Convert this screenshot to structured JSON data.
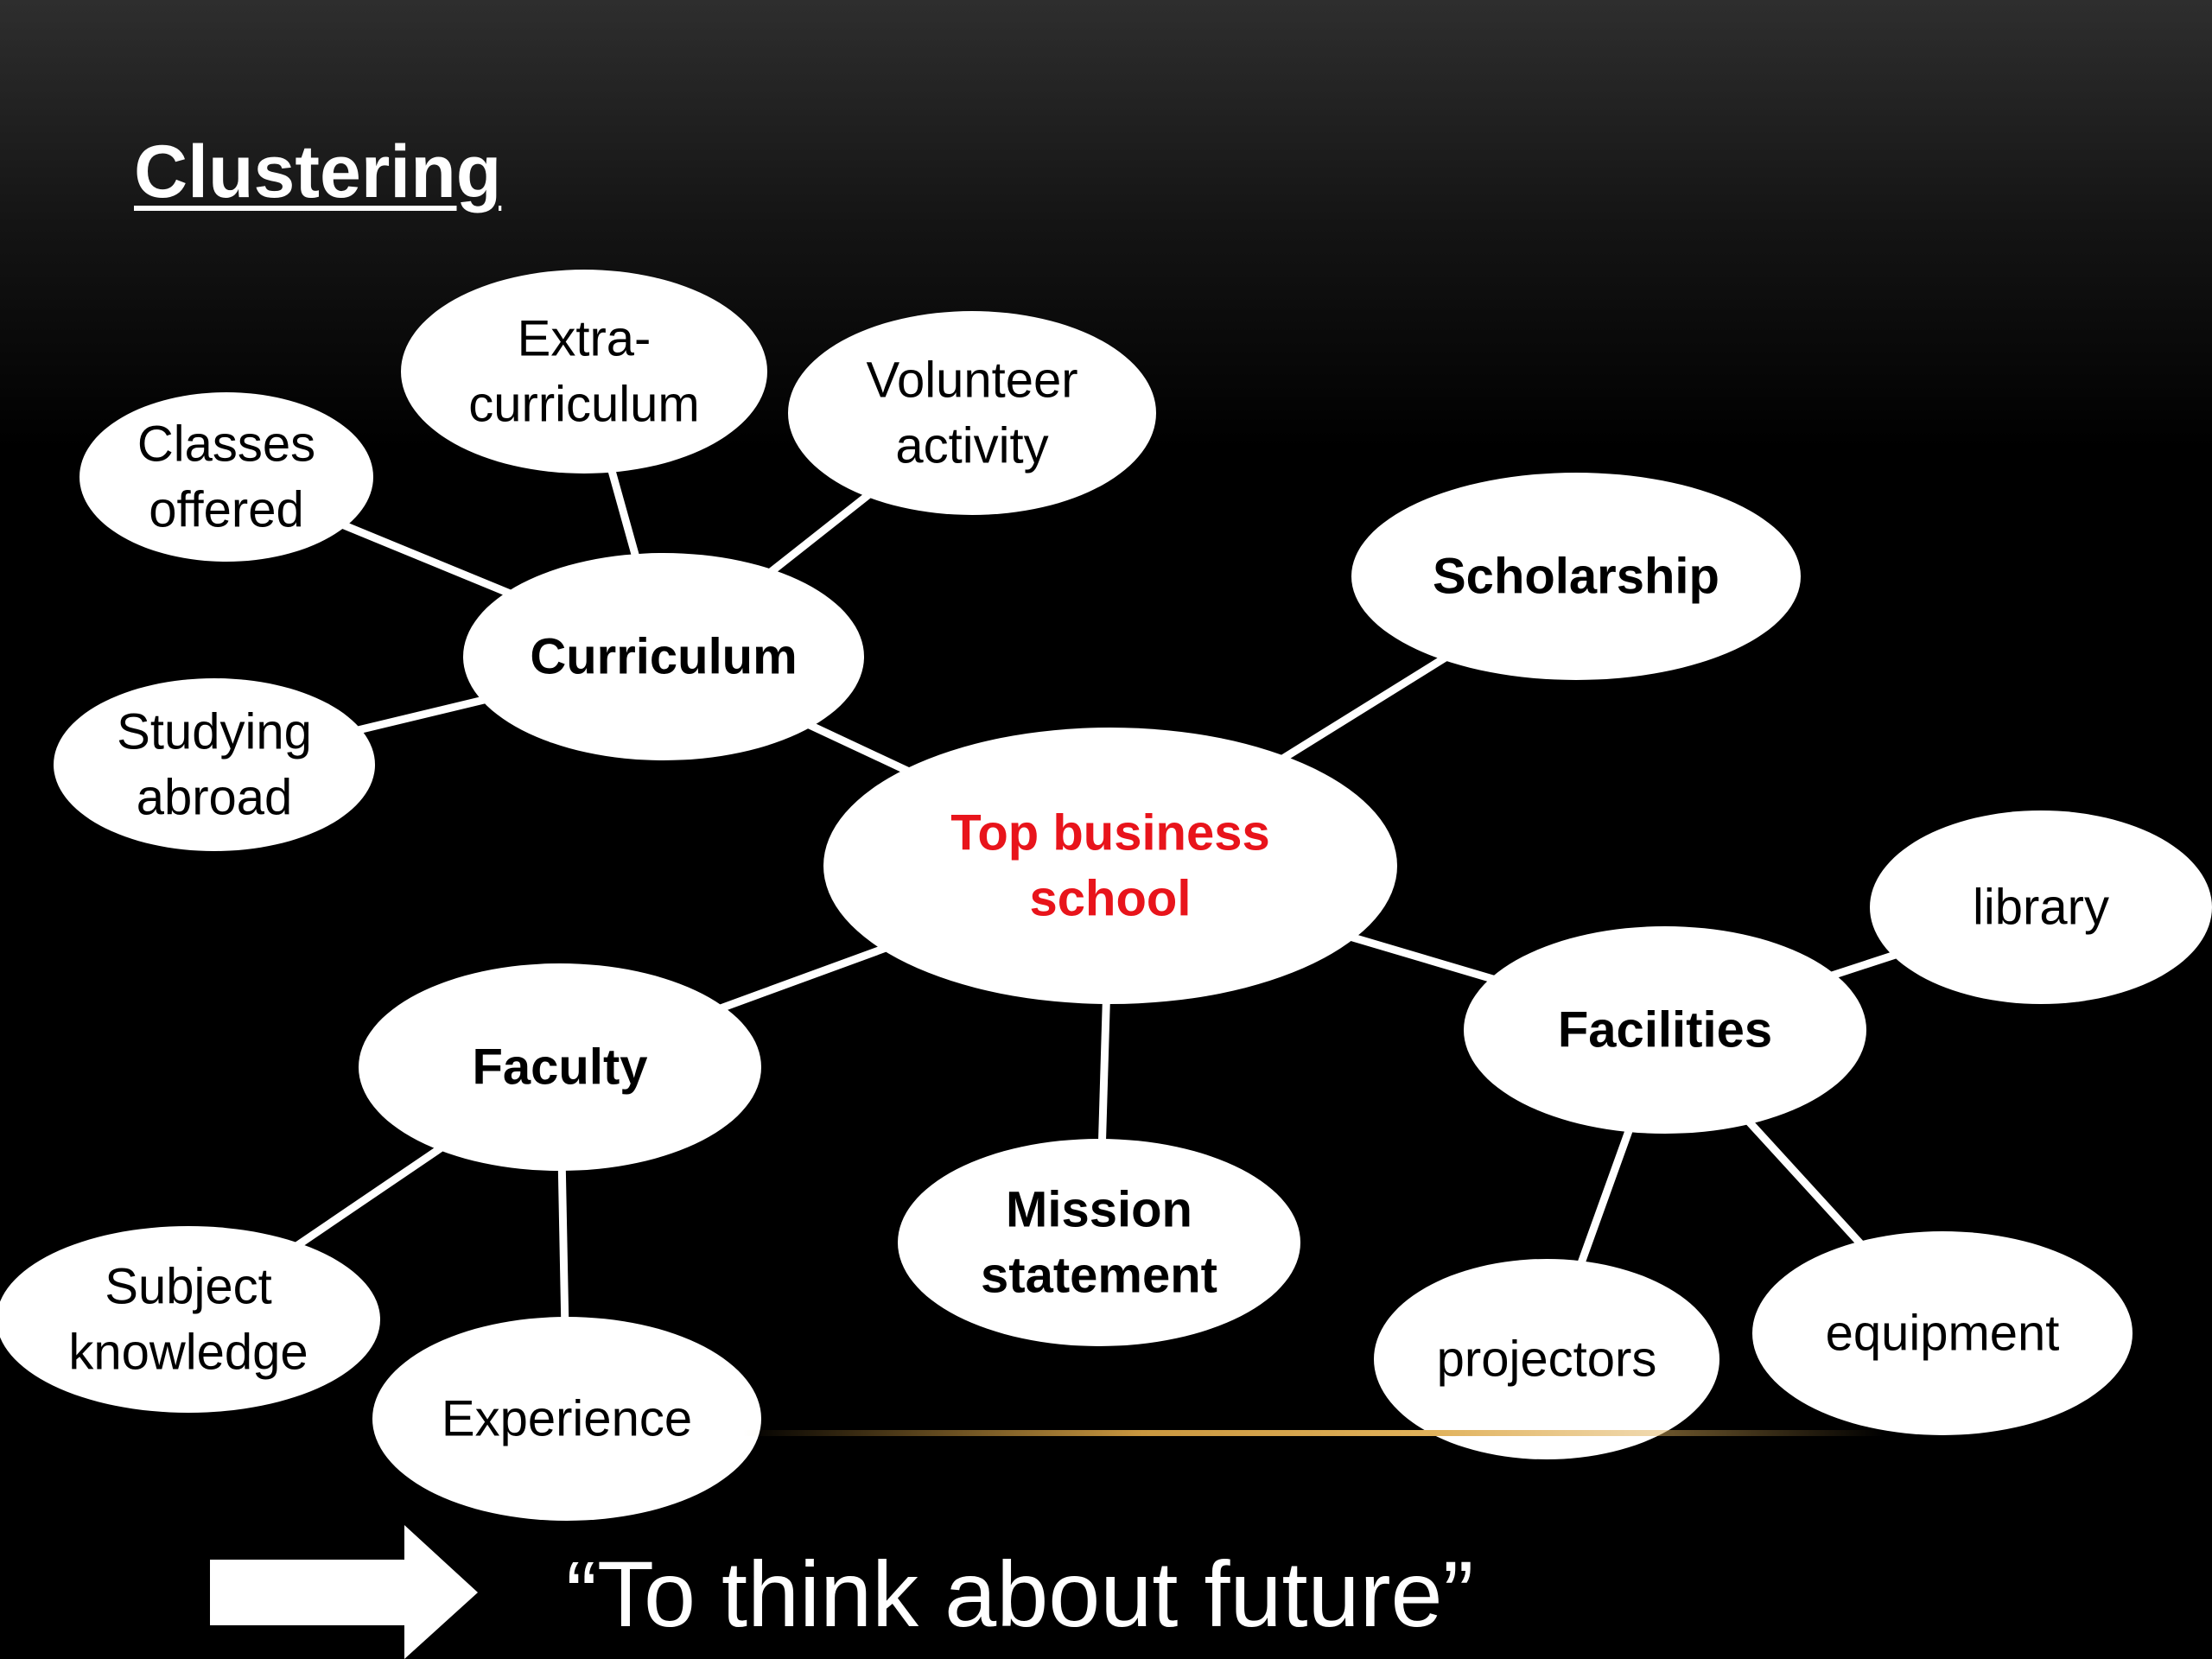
{
  "title": "Clustering",
  "quote": "“To think about future”",
  "nodes": {
    "center": [
      "Top business",
      "school"
    ],
    "curriculum": [
      "Curriculum"
    ],
    "extra_curriculum": [
      "Extra-",
      "curriculum"
    ],
    "volunteer": [
      "Volunteer",
      "activity"
    ],
    "classes": [
      "Classes",
      "offered"
    ],
    "studying": [
      "Studying",
      "abroad"
    ],
    "scholarship": [
      "Scholarship"
    ],
    "faculty": [
      "Faculty"
    ],
    "subject": [
      "Subject",
      "knowledge"
    ],
    "experience": [
      "Experience"
    ],
    "mission": [
      "Mission",
      "statement"
    ],
    "facilities": [
      "Facilities"
    ],
    "library": [
      "library"
    ],
    "projectors": [
      "projectors"
    ],
    "equipment": [
      "equipment"
    ]
  },
  "edges": [
    [
      "center",
      "curriculum"
    ],
    [
      "center",
      "scholarship"
    ],
    [
      "center",
      "faculty"
    ],
    [
      "center",
      "mission"
    ],
    [
      "center",
      "facilities"
    ],
    [
      "curriculum",
      "extra_curriculum"
    ],
    [
      "curriculum",
      "volunteer"
    ],
    [
      "curriculum",
      "classes"
    ],
    [
      "curriculum",
      "studying"
    ],
    [
      "faculty",
      "subject"
    ],
    [
      "faculty",
      "experience"
    ],
    [
      "facilities",
      "library"
    ],
    [
      "facilities",
      "projectors"
    ],
    [
      "facilities",
      "equipment"
    ]
  ],
  "colors": {
    "center_text": "#e8141b",
    "node_fill": "#ffffff",
    "edge": "#ffffff",
    "accent_line": "#c9973f"
  },
  "icons": {
    "arrow": "right-arrow-icon"
  }
}
